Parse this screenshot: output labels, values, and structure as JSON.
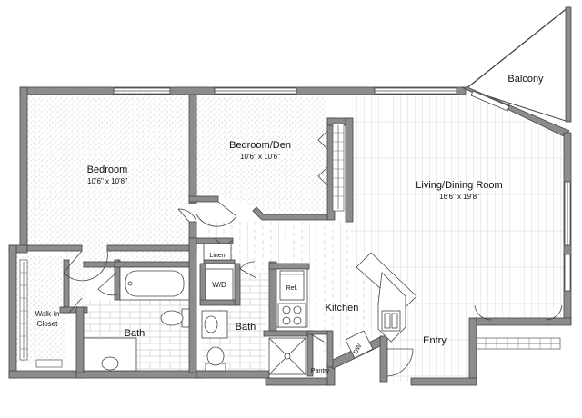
{
  "rooms": {
    "bedroom": {
      "name": "Bedroom",
      "size": "10'6\" x 10'8\""
    },
    "bedroom_den": {
      "name": "Bedroom/Den",
      "size": "10'6\" x 10'6\""
    },
    "living": {
      "name": "Living/Dining Room",
      "size": "16'6\" x 19'8\""
    },
    "balcony": {
      "name": "Balcony"
    },
    "kitchen": {
      "name": "Kitchen"
    },
    "bath_main": {
      "name": "Bath"
    },
    "bath_second": {
      "name": "Bath"
    },
    "walk_in_closet": {
      "line1": "Walk-In",
      "line2": "Closet"
    },
    "entry": {
      "name": "Entry"
    }
  },
  "fixtures": {
    "linen": "Linen",
    "washer_dryer": "W/D",
    "refrigerator": "Ref.",
    "dishwasher": "DW",
    "pantry": "Pantry"
  },
  "colors": {
    "wall": "#8c8c8c",
    "wall_outline": "#444444",
    "floor_wood_lines": "#c8c8c8",
    "carpet_speckle": "#9a9a9a"
  }
}
